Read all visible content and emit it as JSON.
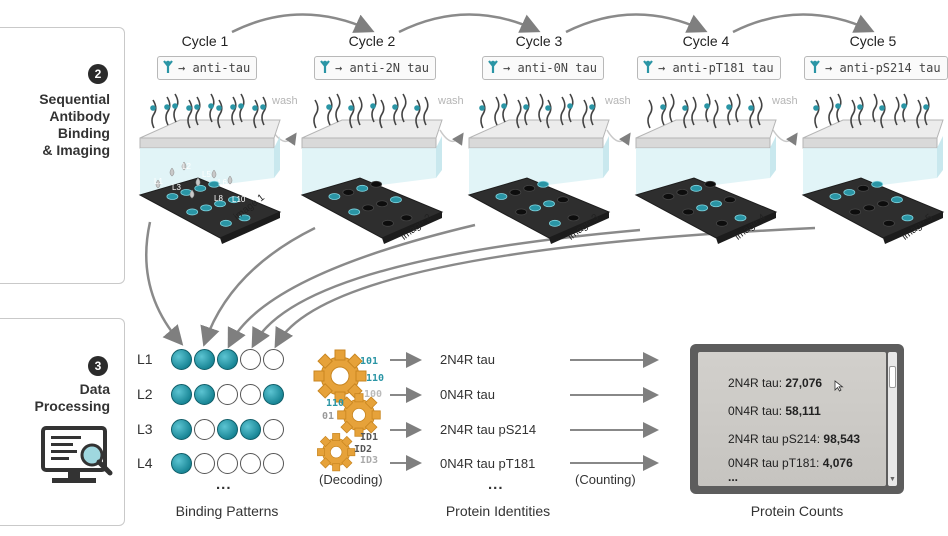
{
  "colors": {
    "accent": "#2a95a5",
    "arrow": "#8a8a8a",
    "gear": "#e8a23c"
  },
  "section_binding": {
    "number": "2",
    "label_line1": "Sequential",
    "label_line2": "Antibody",
    "label_line3": "Binding",
    "label_line4": "& Imaging"
  },
  "section_processing": {
    "number": "3",
    "label_line1": "Data",
    "label_line2": "Processing",
    "icon": "computer-magnifier-icon"
  },
  "cycles": [
    {
      "title": "Cycle 1",
      "antibody": "anti-tau",
      "image_label": "image 1"
    },
    {
      "title": "Cycle 2",
      "antibody": "anti-2N tau",
      "image_label": "image 2"
    },
    {
      "title": "Cycle 3",
      "antibody": "anti-0N tau",
      "image_label": "image 3"
    },
    {
      "title": "Cycle 4",
      "antibody": "anti-pT181 tau",
      "image_label": "image 4"
    },
    {
      "title": "Cycle 5",
      "antibody": "anti-pS214 tau",
      "image_label": "image 5"
    }
  ],
  "wash_label": "wash",
  "location_labels": [
    "L1",
    "L2",
    "L3",
    "L5",
    "L6",
    "L8",
    "L10"
  ],
  "patterns": [
    {
      "label": "L1",
      "bits": [
        1,
        1,
        1,
        0,
        0
      ]
    },
    {
      "label": "L2",
      "bits": [
        1,
        1,
        0,
        0,
        1
      ]
    },
    {
      "label": "L3",
      "bits": [
        1,
        0,
        1,
        1,
        0
      ]
    },
    {
      "label": "L4",
      "bits": [
        1,
        0,
        0,
        0,
        0
      ]
    }
  ],
  "identities": [
    "2N4R tau",
    "0N4R tau",
    "2N4R tau pS214",
    "0N4R tau pT181"
  ],
  "decoding_bits": [
    "101",
    "110",
    "100",
    "110",
    "01",
    "ID1",
    "ID2",
    "ID3"
  ],
  "decoding_label": "(Decoding)",
  "counting_label": "(Counting)",
  "ellipsis": "...",
  "counts": [
    {
      "name": "2N4R tau:",
      "value": "27,076"
    },
    {
      "name": "0N4R tau:",
      "value": "58,111"
    },
    {
      "name": "2N4R tau pS214:",
      "value": "98,543"
    },
    {
      "name": "0N4R tau pT181:",
      "value": "4,076"
    }
  ],
  "captions": {
    "patterns": "Binding Patterns",
    "identities": "Protein Identities",
    "counts": "Protein Counts"
  }
}
